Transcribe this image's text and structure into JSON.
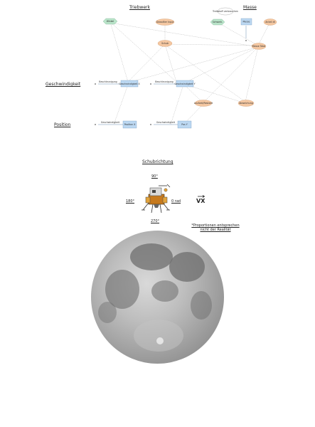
{
  "diagram": {
    "titles": {
      "triebwerk": "Triebwerk",
      "masse": "Masse"
    },
    "rows": {
      "geschwindigkeit": "Geschwindigkeit",
      "position": "Position"
    },
    "nodes": {
      "winkel": "Winkel",
      "gewollter_input": "Gewollter Input",
      "schub": "Schub",
      "schwere_wert": "Schwerk.",
      "anteil": "Anteil dt",
      "masse": "Masse",
      "masse_total": "Masse Total",
      "comment": "Treibstoff verbrauchen",
      "gesch_x": "Geschwindigkeit X",
      "gesch_y": "Geschwindigkeit Y",
      "beschl_x": "Beschleunigung",
      "beschl_y": "Beschleunigung",
      "laufzeit": "Laufzeit/Restzeit",
      "abweichung": "Abweichung",
      "pos_x": "Position X",
      "pos_y": "Pos Y",
      "flow_x": "Geschwindigkeit",
      "flow_y": "Geschwindigkeit"
    }
  },
  "compass": {
    "title": "Schubrichtung",
    "deg90": "90°",
    "deg180": "180°",
    "deg270": "270°",
    "deg0": "0 rad",
    "vector": "VX"
  },
  "note": {
    "line1": "*Proportionen entsprechen",
    "line2": "nicht der Realität"
  },
  "colors": {
    "orange_node": "#f4c7a1",
    "green_node": "#b9e4c9",
    "blue_node": "#bcd8f2",
    "link": "#9a9a9a",
    "moon": "#a8a8a8"
  }
}
